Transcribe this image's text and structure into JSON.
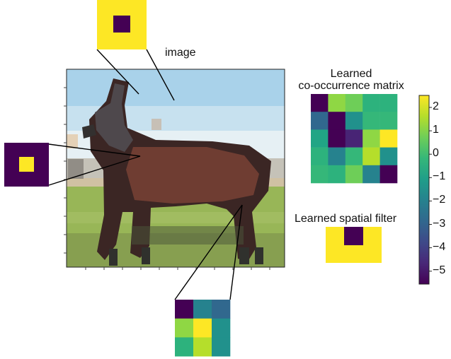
{
  "labels": {
    "image": "image",
    "matrix_title_line1": "Learned",
    "matrix_title_line2": "co-occurrence matrix",
    "filter_title": "Learned spatial filter"
  },
  "colorbar": {
    "ticks": [
      "2",
      "1",
      "0",
      "−1",
      "−2",
      "−3",
      "−4",
      "−5"
    ],
    "stops": [
      "#fde725",
      "#b5de2b",
      "#6ece58",
      "#35b779",
      "#1f9e89",
      "#26828e",
      "#31688e",
      "#3e4989",
      "#482878",
      "#440154"
    ]
  },
  "matrix": {
    "colors": [
      [
        "#440154",
        "#8fd744",
        "#6ece58",
        "#2db27d",
        "#2db27d"
      ],
      [
        "#31688e",
        "#440154",
        "#21918c",
        "#35b779",
        "#35b779"
      ],
      [
        "#21a585",
        "#440154",
        "#482475",
        "#8fd744",
        "#fde725"
      ],
      [
        "#2db27d",
        "#26828e",
        "#35b779",
        "#b5de2b",
        "#21918c"
      ],
      [
        "#35b779",
        "#2db27d",
        "#6ece58",
        "#26828e",
        "#440154"
      ]
    ]
  },
  "filter": {
    "center_color": "#440154",
    "fill_color": "#fde725"
  },
  "patches": {
    "top": {
      "center_color": "#440154",
      "fill_color": "#fde725"
    },
    "left": {
      "center_color": "#fde725",
      "fill_color": "#440154"
    },
    "bottom": {
      "colors": [
        [
          "#440154",
          "#26828e",
          "#31688e"
        ],
        [
          "#8fd744",
          "#fde725",
          "#21918c"
        ],
        [
          "#2db27d",
          "#b5de2b",
          "#21918c"
        ]
      ]
    }
  }
}
